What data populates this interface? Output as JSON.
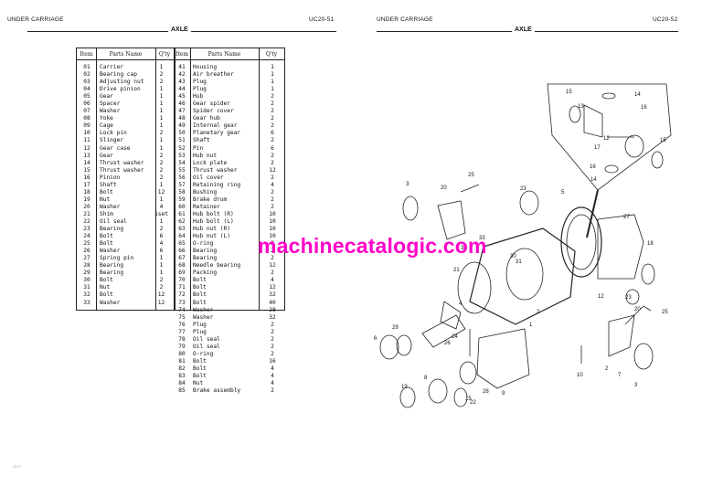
{
  "left_page": {
    "section": "UNDER CARRIAGE",
    "page_code": "UC20-51",
    "title": "AXLE",
    "table": {
      "headers": {
        "item": "Item",
        "parts": "Parts Name",
        "qty": "Q'ty"
      },
      "col1": [
        {
          "item": "01",
          "name": "Carrier",
          "qty": "1"
        },
        {
          "item": "02",
          "name": "Bearing cap",
          "qty": "2"
        },
        {
          "item": "03",
          "name": "Adjusting nut",
          "qty": "2"
        },
        {
          "item": "04",
          "name": "Drive pinion",
          "qty": "1"
        },
        {
          "item": "05",
          "name": "Gear",
          "qty": "1"
        },
        {
          "item": "06",
          "name": "Spacer",
          "qty": "1"
        },
        {
          "item": "07",
          "name": "Washer",
          "qty": "1"
        },
        {
          "item": "08",
          "name": "Yoke",
          "qty": "1"
        },
        {
          "item": "09",
          "name": "Cage",
          "qty": "1"
        },
        {
          "item": "10",
          "name": "Lock pin",
          "qty": "2"
        },
        {
          "item": "11",
          "name": "Slinger",
          "qty": "1"
        },
        {
          "item": "12",
          "name": "Gear case",
          "qty": "1"
        },
        {
          "item": "13",
          "name": "Gear",
          "qty": "2"
        },
        {
          "item": "14",
          "name": "Thrust washer",
          "qty": "2"
        },
        {
          "item": "15",
          "name": "Thrust washer",
          "qty": "2"
        },
        {
          "item": "16",
          "name": "Pinion",
          "qty": "2"
        },
        {
          "item": "17",
          "name": "Shaft",
          "qty": "1"
        },
        {
          "item": "18",
          "name": "Bolt",
          "qty": "12"
        },
        {
          "item": "19",
          "name": "Nut",
          "qty": "1"
        },
        {
          "item": "20",
          "name": "Washer",
          "qty": "4"
        },
        {
          "item": "21",
          "name": "Shim",
          "qty": "1set"
        },
        {
          "item": "22",
          "name": "Oil seal",
          "qty": "1"
        },
        {
          "item": "23",
          "name": "Bearing",
          "qty": "2"
        },
        {
          "item": "24",
          "name": "Bolt",
          "qty": "6"
        },
        {
          "item": "25",
          "name": "Bolt",
          "qty": "4"
        },
        {
          "item": "26",
          "name": "Washer",
          "qty": "6"
        },
        {
          "item": "27",
          "name": "Spring pin",
          "qty": "1"
        },
        {
          "item": "28",
          "name": "Bearing",
          "qty": "1"
        },
        {
          "item": "29",
          "name": "Bearing",
          "qty": "1"
        },
        {
          "item": "30",
          "name": "Bolt",
          "qty": "2"
        },
        {
          "item": "31",
          "name": "Nut",
          "qty": "2"
        },
        {
          "item": "32",
          "name": "Bolt",
          "qty": "12"
        },
        {
          "item": "33",
          "name": "Washer",
          "qty": "12"
        }
      ],
      "col2": [
        {
          "item": "41",
          "name": "Housing",
          "qty": "1"
        },
        {
          "item": "42",
          "name": "Air breather",
          "qty": "1"
        },
        {
          "item": "43",
          "name": "Plug",
          "qty": "1"
        },
        {
          "item": "44",
          "name": "Plug",
          "qty": "1"
        },
        {
          "item": "45",
          "name": "Hub",
          "qty": "2"
        },
        {
          "item": "46",
          "name": "Gear spider",
          "qty": "2"
        },
        {
          "item": "47",
          "name": "Spider cover",
          "qty": "2"
        },
        {
          "item": "48",
          "name": "Gear hub",
          "qty": "2"
        },
        {
          "item": "49",
          "name": "Internal gear",
          "qty": "2"
        },
        {
          "item": "50",
          "name": "Planetary gear",
          "qty": "6"
        },
        {
          "item": "51",
          "name": "Shaft",
          "qty": "2"
        },
        {
          "item": "52",
          "name": "Pin",
          "qty": "6"
        },
        {
          "item": "53",
          "name": "Hub nut",
          "qty": "2"
        },
        {
          "item": "54",
          "name": "Lock plate",
          "qty": "2"
        },
        {
          "item": "55",
          "name": "Thrust washer",
          "qty": "12"
        },
        {
          "item": "56",
          "name": "Oil cover",
          "qty": "2"
        },
        {
          "item": "57",
          "name": "Retaining ring",
          "qty": "4"
        },
        {
          "item": "58",
          "name": "Bushing",
          "qty": "2"
        },
        {
          "item": "59",
          "name": "Brake drum",
          "qty": "2"
        },
        {
          "item": "60",
          "name": "Retainer",
          "qty": "2"
        },
        {
          "item": "61",
          "name": "Hub bolt (R)",
          "qty": "10"
        },
        {
          "item": "62",
          "name": "Hub bolt (L)",
          "qty": "10"
        },
        {
          "item": "63",
          "name": "Hub nut (R)",
          "qty": "10"
        },
        {
          "item": "64",
          "name": "Hub nut (L)",
          "qty": "10"
        },
        {
          "item": "65",
          "name": "O-ring",
          "qty": "2"
        },
        {
          "item": "66",
          "name": "Bearing",
          "qty": "2"
        },
        {
          "item": "67",
          "name": "Bearing",
          "qty": "2"
        },
        {
          "item": "68",
          "name": "Needle bearing",
          "qty": "12"
        },
        {
          "item": "69",
          "name": "Packing",
          "qty": "2"
        },
        {
          "item": "70",
          "name": "Bolt",
          "qty": "4"
        },
        {
          "item": "71",
          "name": "Bolt",
          "qty": "12"
        },
        {
          "item": "72",
          "name": "Bolt",
          "qty": "32"
        },
        {
          "item": "73",
          "name": "Bolt",
          "qty": "40"
        },
        {
          "item": "74",
          "name": "Washer",
          "qty": "28"
        },
        {
          "item": "75",
          "name": "Washer",
          "qty": "32"
        },
        {
          "item": "76",
          "name": "Plug",
          "qty": "2"
        },
        {
          "item": "77",
          "name": "Plug",
          "qty": "2"
        },
        {
          "item": "78",
          "name": "Oil seal",
          "qty": "2"
        },
        {
          "item": "79",
          "name": "Oil seal",
          "qty": "2"
        },
        {
          "item": "80",
          "name": "O-ring",
          "qty": "2"
        },
        {
          "item": "81",
          "name": "Bolt",
          "qty": "16"
        },
        {
          "item": "82",
          "name": "Bolt",
          "qty": "4"
        },
        {
          "item": "83",
          "name": "Bolt",
          "qty": "4"
        },
        {
          "item": "84",
          "name": "Nut",
          "qty": "4"
        },
        {
          "item": "85",
          "name": "Brake assembly",
          "qty": "2"
        }
      ]
    },
    "footer_mark": "4277"
  },
  "right_page": {
    "section": "UNDER CARRIAGE",
    "page_code": "UC20-52",
    "title": "AXLE",
    "callouts": [
      "15",
      "14",
      "13",
      "16",
      "12",
      "17",
      "15",
      "16",
      "14",
      "25",
      "20",
      "3",
      "23",
      "5",
      "27",
      "18",
      "33",
      "32",
      "30",
      "31",
      "21",
      "2",
      "12",
      "23",
      "20",
      "4",
      "25",
      "1",
      "29",
      "6",
      "26",
      "24",
      "8",
      "19",
      "15",
      "22",
      "28",
      "9",
      "10",
      "7",
      "3",
      "2"
    ]
  },
  "watermark": "machinecatalogic.com"
}
